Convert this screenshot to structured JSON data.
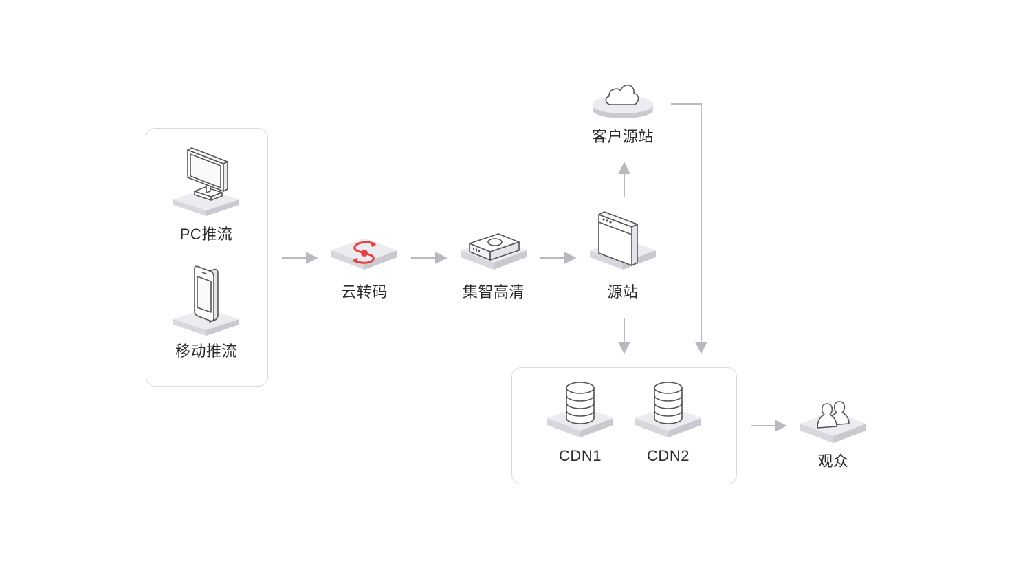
{
  "nodes": {
    "pc_push": {
      "label": "PC推流",
      "icon": "monitor-icon"
    },
    "mobile_push": {
      "label": "移动推流",
      "icon": "phone-icon"
    },
    "cloud_transcode": {
      "label": "云转码",
      "icon": "transcode-icon"
    },
    "jizhi_hd": {
      "label": "集智高清",
      "icon": "hd-device-icon"
    },
    "origin": {
      "label": "源站",
      "icon": "server-icon"
    },
    "customer_origin": {
      "label": "客户源站",
      "icon": "cloud-icon"
    },
    "cdn1": {
      "label": "CDN1",
      "icon": "database-icon"
    },
    "cdn2": {
      "label": "CDN2",
      "icon": "database-icon"
    },
    "audience": {
      "label": "观众",
      "icon": "users-icon"
    }
  },
  "colors": {
    "accent": "#e8403f",
    "line": "#b9b9c0",
    "platform_top": "#ececf0",
    "platform_side": "#d2d2d8",
    "stroke": "#555555",
    "border": "#d9d9e0"
  }
}
